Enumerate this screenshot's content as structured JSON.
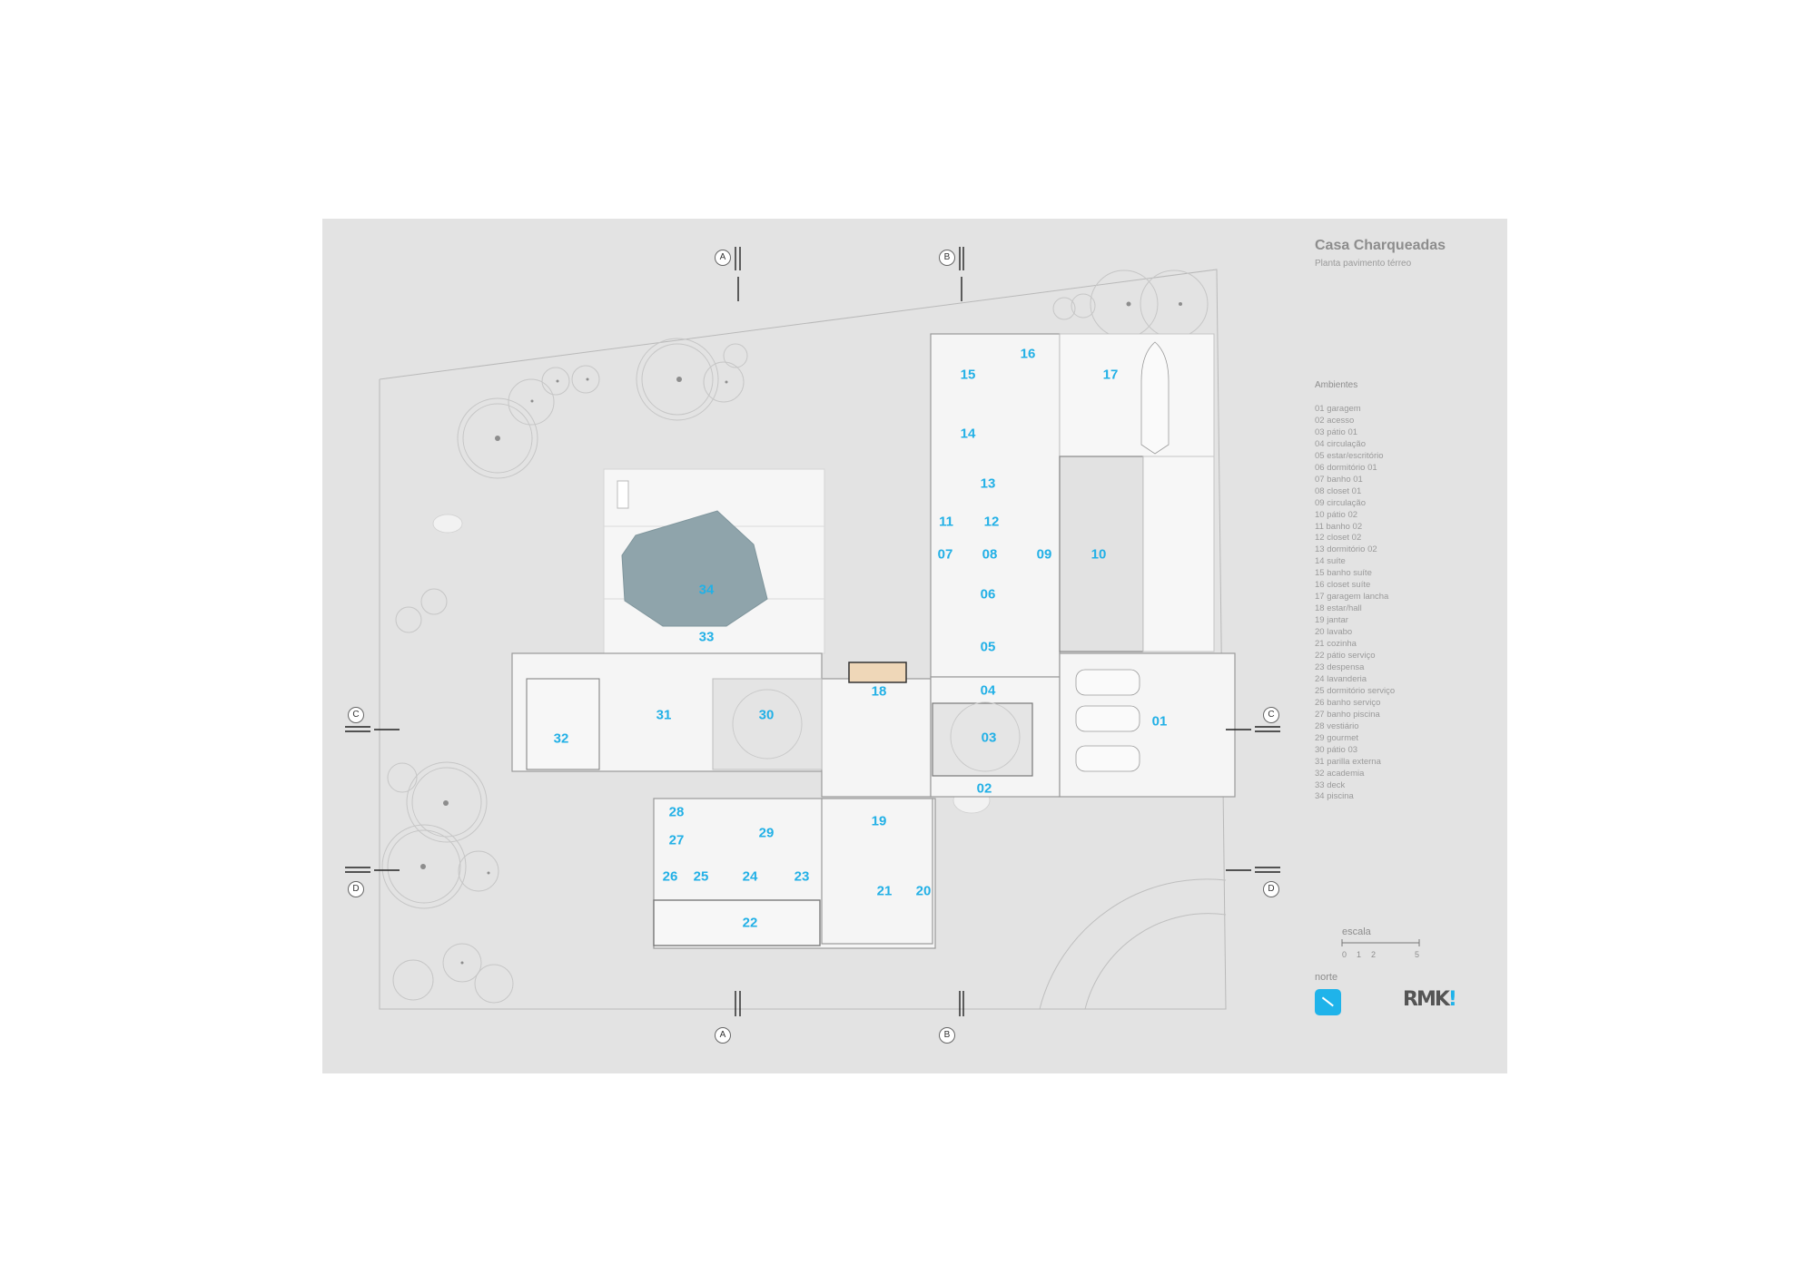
{
  "title": "Casa Charqueadas",
  "subtitle": "Planta pavimento térreo",
  "legend_heading": "Ambientes",
  "legend": [
    "01 garagem",
    "02 acesso",
    "03 pátio 01",
    "04 circulação",
    "05 estar/escritório",
    "06 dormitório 01",
    "07 banho 01",
    "08 closet 01",
    "09 circulação",
    "10 pátio 02",
    "11 banho 02",
    "12 closet 02",
    "13 dormitório 02",
    "14 suíte",
    "15 banho suíte",
    "16 closet suíte",
    "17 garagem lancha",
    "18 estar/hall",
    "19 jantar",
    "20 lavabo",
    "21 cozinha",
    "22 pátio serviço",
    "23 despensa",
    "24 lavanderia",
    "25 dormitório serviço",
    "26 banho serviço",
    "27 banho piscina",
    "28 vestiário",
    "29 gourmet",
    "30 pátio 03",
    "31 parilla externa",
    "32 academia",
    "33 deck",
    "34 piscina"
  ],
  "scale": {
    "label": "escala",
    "ticks": [
      "0",
      "1",
      "2",
      "5"
    ]
  },
  "north_label": "norte",
  "logo": {
    "main": "RMK",
    "accent": "!"
  },
  "rooms": {
    "r01": "01",
    "r02": "02",
    "r03": "03",
    "r04": "04",
    "r05": "05",
    "r06": "06",
    "r07": "07",
    "r08": "08",
    "r09": "09",
    "r10": "10",
    "r11": "11",
    "r12": "12",
    "r13": "13",
    "r14": "14",
    "r15": "15",
    "r16": "16",
    "r17": "17",
    "r18": "18",
    "r19": "19",
    "r20": "20",
    "r21": "21",
    "r22": "22",
    "r23": "23",
    "r24": "24",
    "r25": "25",
    "r26": "26",
    "r27": "27",
    "r28": "28",
    "r29": "29",
    "r30": "30",
    "r31": "31",
    "r32": "32",
    "r33": "33",
    "r34": "34"
  },
  "sections": {
    "a": "A",
    "b": "B",
    "c": "C",
    "d": "D"
  },
  "colors": {
    "room_label": "#22b0e6",
    "pool": "#8fa4ab",
    "sheet": "#e3e3e3",
    "accent": "#1fb3ea"
  }
}
